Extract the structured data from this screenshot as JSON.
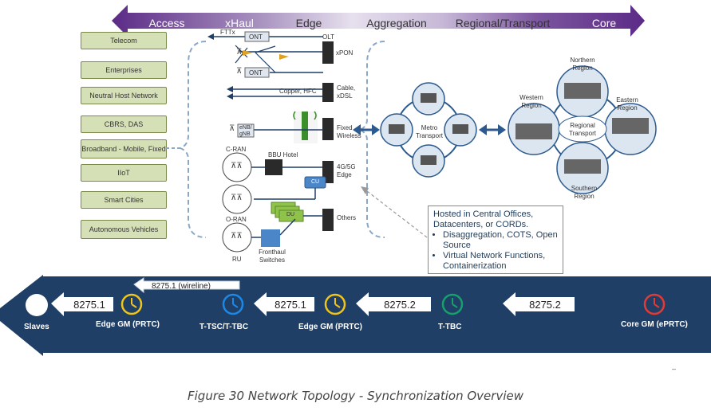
{
  "header": {
    "segments": [
      "Access",
      "xHaul",
      "Edge",
      "Aggregation",
      "Regional/Transport",
      "Core"
    ]
  },
  "use_cases": [
    "Telecom",
    "Enterprises",
    "Neutral Host Network",
    "CBRS, DAS",
    "Broadband - Mobile, Fixed",
    "IIoT",
    "Smart Cities",
    "Autonomous Vehicles"
  ],
  "access": {
    "fttx": "FTTx",
    "ont1": "ONT",
    "ont2": "ONT",
    "olt": "OLT",
    "xpon": "xPON",
    "copper": "Copper, HFC",
    "cable": "Cable, xDSL",
    "fixed_wireless": "Fixed Wireless",
    "enb": "eNB/ gNB",
    "cran": "C-RAN",
    "bbu": "BBU Hotel",
    "edge4g": "4G/5G Edge",
    "cu": "CU",
    "du": "DU",
    "oran": "O-RAN",
    "others": "Others",
    "ru": "RU",
    "fronthaul": "Fronthaul Switches"
  },
  "aggregation": {
    "metro": "Metro Transport"
  },
  "regional": {
    "northern": "Northern Region",
    "western": "Western Region",
    "eastern": "Eastern Region",
    "regional_transport": "Regional Transport",
    "southern": "Southern Region"
  },
  "note": {
    "heading": "Hosted in Central Offices, Datacenters, or CORDs.",
    "bullets": [
      "Disaggregation, COTS, Open Source",
      "Virtual Network Functions, Containerization"
    ]
  },
  "sync": {
    "wireline": "8275.1 (wireline)",
    "arrows": [
      "8275.1",
      "8275.1",
      "8275.2",
      "8275.2"
    ],
    "nodes": [
      "Slaves",
      "Edge GM (PRTC)",
      "T-TSC/T-TBC",
      "Edge GM (PRTC)",
      "T-TBC",
      "Core GM (ePRTC)"
    ]
  },
  "colors": {
    "header_purple": "#5b2a86",
    "sync_blue": "#1f3f66",
    "edge_gm": "#f0c419",
    "ttsc": "#1e88e5",
    "tbc": "#16a06b",
    "core": "#e53935"
  },
  "caption": "Figure 30 Network Topology - Synchronization Overview",
  "stray_mark": "–"
}
